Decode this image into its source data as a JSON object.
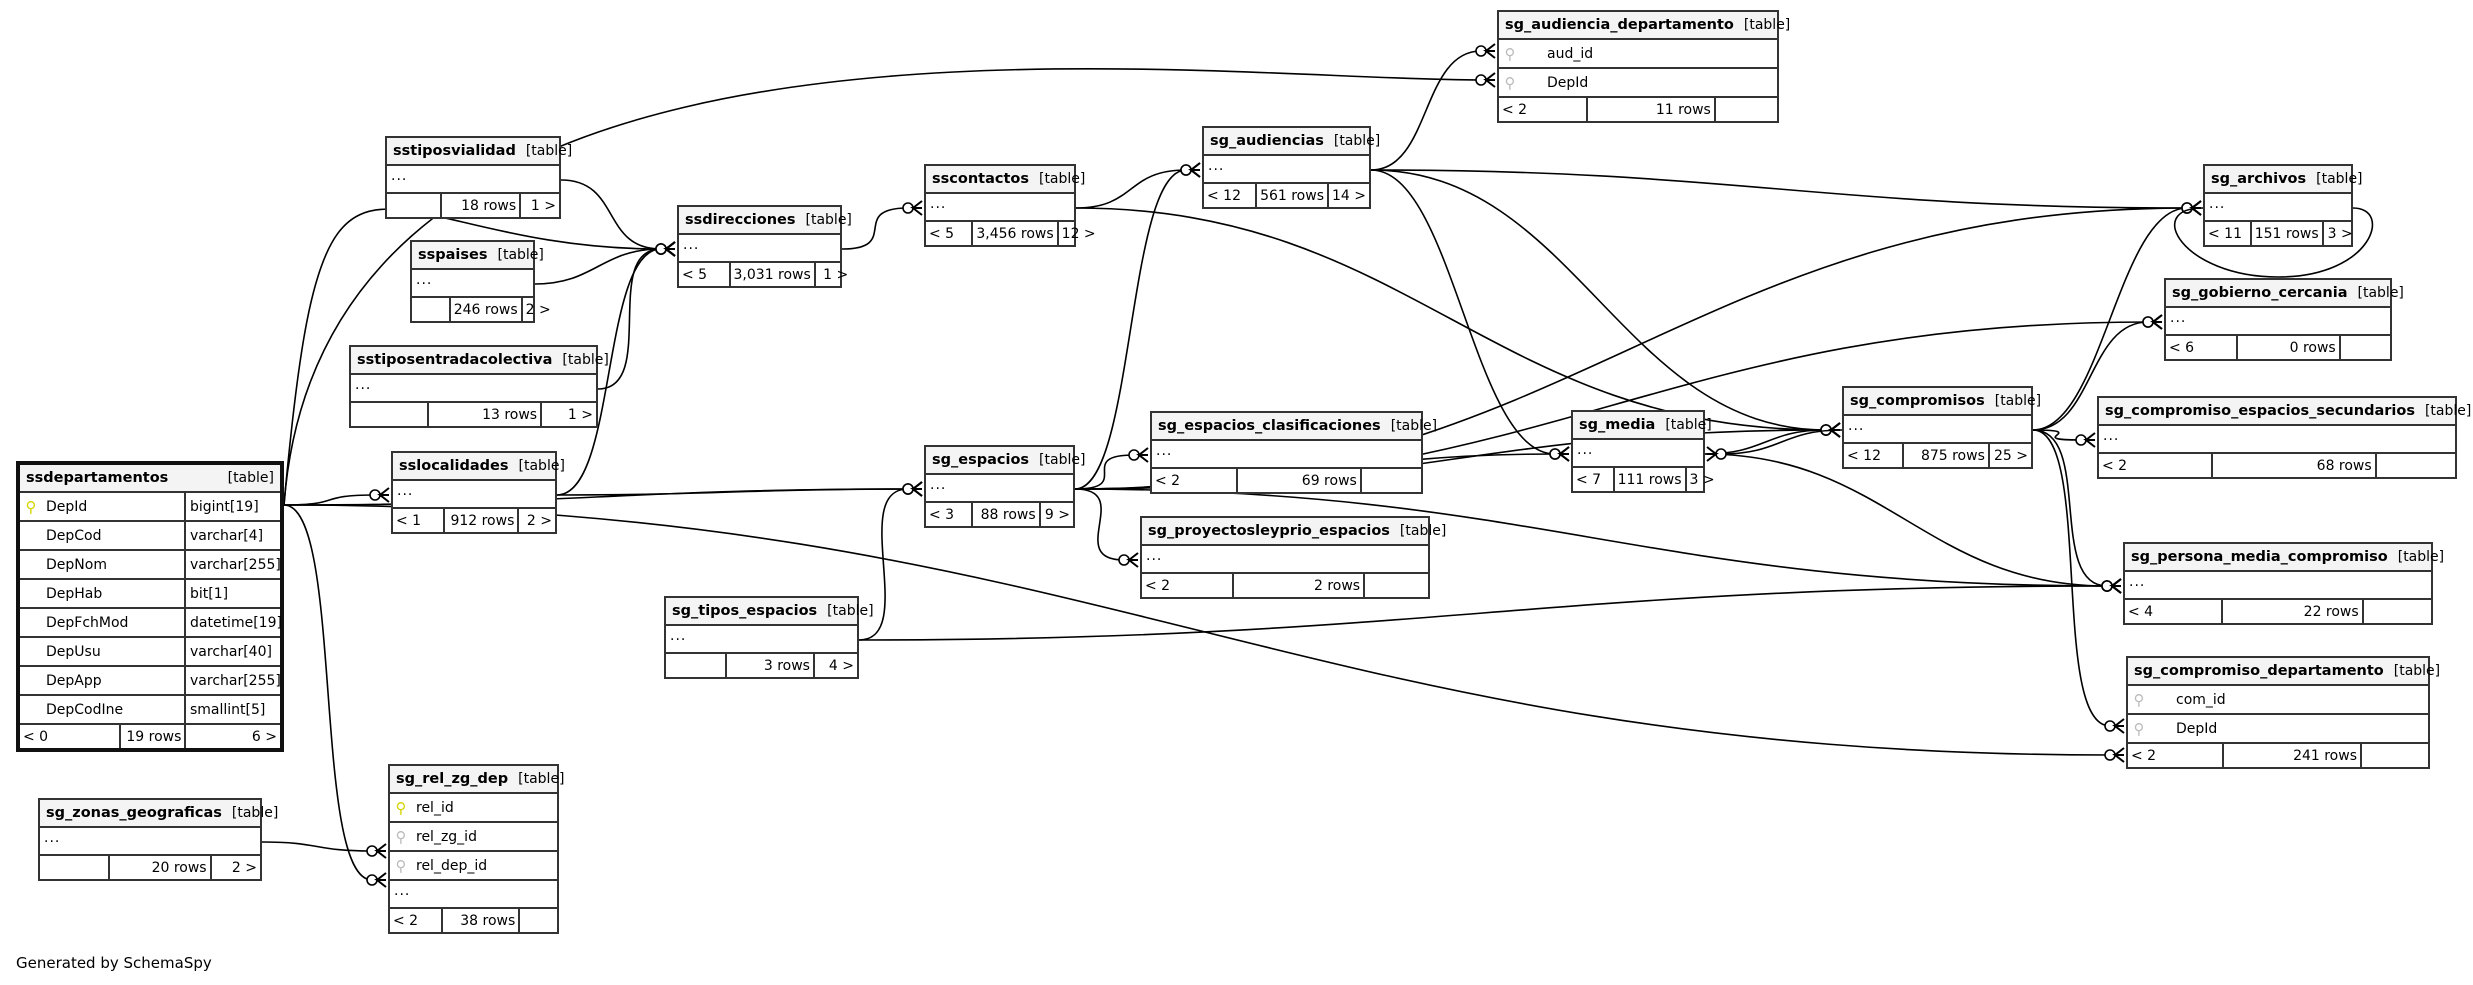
{
  "footer": "Generated by SchemaSpy",
  "type_label": "[table]",
  "ellipsis": "...",
  "tables": [
    {
      "name": "ssdepartamentos",
      "focus": true,
      "columns": [
        {
          "name": "DepId",
          "type": "bigint[19]",
          "key": "pk"
        },
        {
          "name": "DepCod",
          "type": "varchar[4]",
          "key": ""
        },
        {
          "name": "DepNom",
          "type": "varchar[255]",
          "key": ""
        },
        {
          "name": "DepHab",
          "type": "bit[1]",
          "key": ""
        },
        {
          "name": "DepFchMod",
          "type": "datetime[19]",
          "key": ""
        },
        {
          "name": "DepUsu",
          "type": "varchar[40]",
          "key": ""
        },
        {
          "name": "DepApp",
          "type": "varchar[255]",
          "key": ""
        },
        {
          "name": "DepCodIne",
          "type": "smallint[5]",
          "key": ""
        }
      ],
      "parents": "< 0",
      "rows": "19 rows",
      "children": "6 >"
    },
    {
      "name": "sstiposvialidad",
      "parents": "",
      "rows": "18 rows",
      "children": "1 >"
    },
    {
      "name": "sspaises",
      "parents": "",
      "rows": "246 rows",
      "children": "2 >"
    },
    {
      "name": "sstiposentradacolectiva",
      "parents": "",
      "rows": "13 rows",
      "children": "1 >"
    },
    {
      "name": "ssdirecciones",
      "parents": "< 5",
      "rows": "3,031 rows",
      "children": "1 >"
    },
    {
      "name": "sslocalidades",
      "parents": "< 1",
      "rows": "912 rows",
      "children": "2 >"
    },
    {
      "name": "sscontactos",
      "parents": "< 5",
      "rows": "3,456 rows",
      "children": "12 >"
    },
    {
      "name": "sg_audiencias",
      "parents": "< 12",
      "rows": "561 rows",
      "children": "14 >"
    },
    {
      "name": "sg_audiencia_departamento",
      "columns": [
        {
          "name": "aud_id",
          "key": "fk"
        },
        {
          "name": "DepId",
          "key": "fk"
        }
      ],
      "parents": "< 2",
      "rows": "11 rows",
      "children": ""
    },
    {
      "name": "sg_espacios",
      "parents": "< 3",
      "rows": "88 rows",
      "children": "9 >"
    },
    {
      "name": "sg_espacios_clasificaciones",
      "parents": "< 2",
      "rows": "69 rows",
      "children": ""
    },
    {
      "name": "sg_proyectosleyprio_espacios",
      "parents": "< 2",
      "rows": "2 rows",
      "children": ""
    },
    {
      "name": "sg_tipos_espacios",
      "parents": "",
      "rows": "3 rows",
      "children": "4 >"
    },
    {
      "name": "sg_media",
      "parents": "< 7",
      "rows": "111 rows",
      "children": "3 >"
    },
    {
      "name": "sg_compromisos",
      "parents": "< 12",
      "rows": "875 rows",
      "children": "25 >"
    },
    {
      "name": "sg_compromiso_espacios_secundarios",
      "parents": "< 2",
      "rows": "68 rows",
      "children": ""
    },
    {
      "name": "sg_archivos",
      "parents": "< 11",
      "rows": "151 rows",
      "children": "3 >"
    },
    {
      "name": "sg_gobierno_cercania",
      "parents": "< 6",
      "rows": "0 rows",
      "children": ""
    },
    {
      "name": "sg_persona_media_compromiso",
      "parents": "< 4",
      "rows": "22 rows",
      "children": ""
    },
    {
      "name": "sg_compromiso_departamento",
      "columns": [
        {
          "name": "com_id",
          "key": "fk"
        },
        {
          "name": "DepId",
          "key": "fk"
        }
      ],
      "parents": "< 2",
      "rows": "241 rows",
      "children": ""
    },
    {
      "name": "sg_zonas_geograficas",
      "parents": "",
      "rows": "20 rows",
      "children": "2 >"
    },
    {
      "name": "sg_rel_zg_dep",
      "columns": [
        {
          "name": "rel_id",
          "key": "pk"
        },
        {
          "name": "rel_zg_id",
          "key": "fk"
        },
        {
          "name": "rel_dep_id",
          "key": "fk"
        }
      ],
      "more": true,
      "parents": "< 2",
      "rows": "38 rows",
      "children": ""
    }
  ],
  "relationships": [
    {
      "from": "ssdepartamentos",
      "to": "sslocalidades"
    },
    {
      "from": "ssdepartamentos",
      "to": "ssdirecciones"
    },
    {
      "from": "ssdepartamentos",
      "to": "sg_audiencia_departamento"
    },
    {
      "from": "ssdepartamentos",
      "to": "sg_espacios"
    },
    {
      "from": "ssdepartamentos",
      "to": "sg_rel_zg_dep"
    },
    {
      "from": "ssdepartamentos",
      "to": "sg_compromiso_departamento"
    },
    {
      "from": "sstiposvialidad",
      "to": "ssdirecciones"
    },
    {
      "from": "sspaises",
      "to": "ssdirecciones"
    },
    {
      "from": "sstiposentradacolectiva",
      "to": "ssdirecciones"
    },
    {
      "from": "sslocalidades",
      "to": "ssdirecciones"
    },
    {
      "from": "sslocalidades",
      "to": "sg_espacios"
    },
    {
      "from": "ssdirecciones",
      "to": "sscontactos"
    },
    {
      "from": "sscontactos",
      "to": "sg_audiencias"
    },
    {
      "from": "sscontactos",
      "to": "sg_compromisos"
    },
    {
      "from": "sg_audiencias",
      "to": "sg_audiencia_departamento"
    },
    {
      "from": "sg_audiencias",
      "to": "sg_archivos"
    },
    {
      "from": "sg_audiencias",
      "to": "sg_media"
    },
    {
      "from": "sg_audiencias",
      "to": "sg_compromisos"
    },
    {
      "from": "sg_espacios",
      "to": "sg_audiencias"
    },
    {
      "from": "sg_espacios",
      "to": "sg_espacios_clasificaciones"
    },
    {
      "from": "sg_espacios",
      "to": "sg_proyectosleyprio_espacios"
    },
    {
      "from": "sg_espacios",
      "to": "sg_archivos"
    },
    {
      "from": "sg_espacios",
      "to": "sg_gobierno_cercania"
    },
    {
      "from": "sg_espacios",
      "to": "sg_compromisos"
    },
    {
      "from": "sg_espacios",
      "to": "sg_media"
    },
    {
      "from": "sg_espacios",
      "to": "sg_persona_media_compromiso"
    },
    {
      "from": "sg_tipos_espacios",
      "to": "sg_espacios"
    },
    {
      "from": "sg_tipos_espacios",
      "to": "sg_persona_media_compromiso"
    },
    {
      "from": "sg_media",
      "to": "sg_compromisos"
    },
    {
      "from": "sg_media",
      "to": "sg_persona_media_compromiso"
    },
    {
      "from": "sg_compromisos",
      "to": "sg_archivos"
    },
    {
      "from": "sg_compromisos",
      "to": "sg_gobierno_cercania"
    },
    {
      "from": "sg_compromisos",
      "to": "sg_compromiso_espacios_secundarios"
    },
    {
      "from": "sg_compromisos",
      "to": "sg_persona_media_compromiso"
    },
    {
      "from": "sg_compromisos",
      "to": "sg_compromiso_departamento"
    },
    {
      "from": "sg_compromisos",
      "to": "sg_media"
    },
    {
      "from": "sg_archivos",
      "to": "sg_archivos"
    },
    {
      "from": "sg_zonas_geograficas",
      "to": "sg_rel_zg_dep"
    }
  ]
}
